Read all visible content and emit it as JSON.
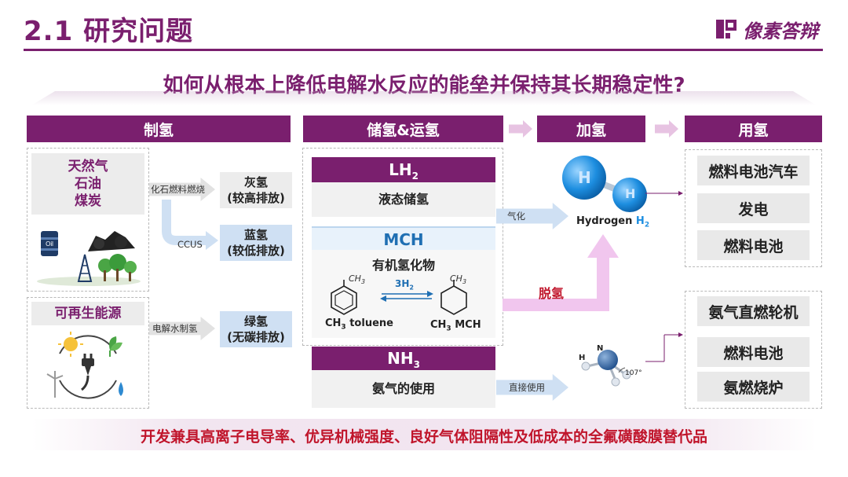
{
  "header": {
    "title": "2.1 研究问题",
    "logo_text": "像素答辩",
    "brand_color": "#7a1f6e"
  },
  "question": "如何从根本上降低电解水反应的能垒并保持其长期稳定性?",
  "sections": {
    "production": "制氢",
    "storage": "储氢&运氢",
    "hydrogenation": "加氢",
    "usage": "用氢"
  },
  "production": {
    "fossil_sources": [
      "天然气",
      "石油",
      "煤炭"
    ],
    "fossil_arrow_label": "化石燃料燃烧",
    "ccus_label": "CCUS",
    "grey_h2": [
      "灰氢",
      "(较高排放)"
    ],
    "blue_h2": [
      "蓝氢",
      "(较低排放)"
    ],
    "renewable_source": "可再生能源",
    "electrolysis_label": "电解水制氢",
    "green_h2": [
      "绿氢",
      "(无碳排放)"
    ],
    "fossil_icon": "oil-barrel-coal-tower-icon",
    "renewable_icon": "sun-plug-leaf-water-wind-icon"
  },
  "storage": {
    "lh2_title_main": "LH",
    "lh2_title_sub": "2",
    "lh2_desc": "液态储氢",
    "mch_title": "MCH",
    "mch_desc": "有机氢化物",
    "ch3": "CH",
    "ch3_sub": "3",
    "reaction_label": "3H",
    "reaction_label_sub": "2",
    "toluene_label_pre": "CH",
    "toluene_label_sub": "3",
    "toluene_label_post": " toluene",
    "mch_label_pre": "CH",
    "mch_label_sub": "3",
    "mch_label_post": " MCH",
    "nh3_title_main": "NH",
    "nh3_title_sub": "3",
    "nh3_desc": "氨气的使用"
  },
  "hydrogenation": {
    "gasify_label": "气化",
    "hydrogen_label_main": "Hydrogen",
    "hydrogen_label_h": "H",
    "hydrogen_label_sub": "2",
    "h_atom": "H",
    "dehydrogenation_label": "脱氢",
    "direct_use_label": "直接使用",
    "nh3_n": "N",
    "nh3_h": "H",
    "nh3_angle": "107°"
  },
  "usage": {
    "group1": [
      "燃料电池汽车",
      "发电",
      "燃料电池"
    ],
    "group2": [
      "氨气直燃轮机",
      "燃料电池",
      "氨燃烧炉"
    ]
  },
  "bottom_note": "开发兼具高离子电导率、优异机械强度、良好气体阻隔性及低成本的全氟磺酸膜替代品",
  "colors": {
    "accent": "#7a1f6e",
    "blue_arrow": "#cfe0f3",
    "pink_arrow": "#f1c6ee",
    "red_text": "#c0152b"
  }
}
